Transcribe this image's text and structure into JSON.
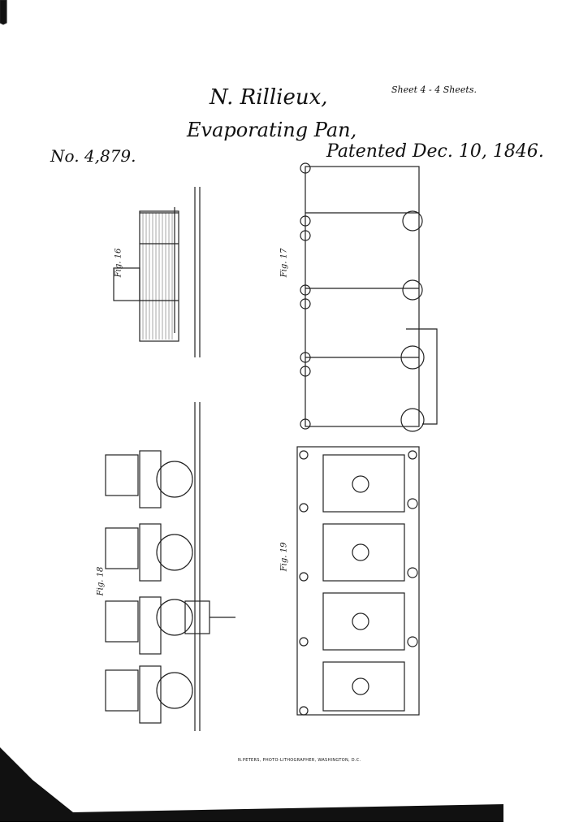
{
  "header": {
    "inventor": "N. Rillieux,",
    "title": "Evaporating Pan,",
    "patent_number": "No. 4,879.",
    "patented": "Patented Dec. 10, 1846.",
    "sheet": "Sheet 4 - 4 Sheets."
  },
  "figures": [
    "Fig. 16",
    "Fig. 17",
    "Fig. 18",
    "Fig. 19"
  ],
  "footer": {
    "printer": "N.PETERS, PHOTO-LITHOGRAPHER, WASHINGTON, D.C."
  }
}
